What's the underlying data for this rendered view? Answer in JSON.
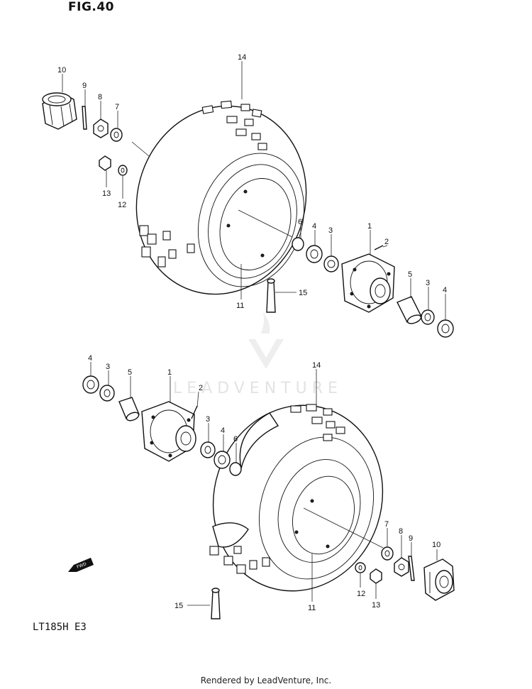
{
  "figure": {
    "title": "FIG.40",
    "model": "LT185H  E3",
    "footer": "Rendered by LeadVenture, Inc.",
    "watermark": "LEADVENTURE",
    "fwd_label": "FWD"
  },
  "callouts": [
    {
      "id": "t14",
      "label": "14"
    },
    {
      "id": "t10",
      "label": "10"
    },
    {
      "id": "t9",
      "label": "9"
    },
    {
      "id": "t8",
      "label": "8"
    },
    {
      "id": "t7",
      "label": "7"
    },
    {
      "id": "t13",
      "label": "13"
    },
    {
      "id": "t12",
      "label": "12"
    },
    {
      "id": "t6",
      "label": "6"
    },
    {
      "id": "t4",
      "label": "4"
    },
    {
      "id": "t3",
      "label": "3"
    },
    {
      "id": "t1",
      "label": "1"
    },
    {
      "id": "t2",
      "label": "2"
    },
    {
      "id": "t5",
      "label": "5"
    },
    {
      "id": "t3b",
      "label": "3"
    },
    {
      "id": "t4b",
      "label": "4"
    },
    {
      "id": "t15",
      "label": "15"
    },
    {
      "id": "t11",
      "label": "11"
    },
    {
      "id": "b4",
      "label": "4"
    },
    {
      "id": "b3",
      "label": "3"
    },
    {
      "id": "b5",
      "label": "5"
    },
    {
      "id": "b1",
      "label": "1"
    },
    {
      "id": "b2",
      "label": "2"
    },
    {
      "id": "b3b",
      "label": "3"
    },
    {
      "id": "b4b",
      "label": "4"
    },
    {
      "id": "b6",
      "label": "6"
    },
    {
      "id": "b14",
      "label": "14"
    },
    {
      "id": "b7",
      "label": "7"
    },
    {
      "id": "b8",
      "label": "8"
    },
    {
      "id": "b9",
      "label": "9"
    },
    {
      "id": "b10",
      "label": "10"
    },
    {
      "id": "b12",
      "label": "12"
    },
    {
      "id": "b13",
      "label": "13"
    },
    {
      "id": "b11",
      "label": "11"
    },
    {
      "id": "b15",
      "label": "15"
    }
  ]
}
